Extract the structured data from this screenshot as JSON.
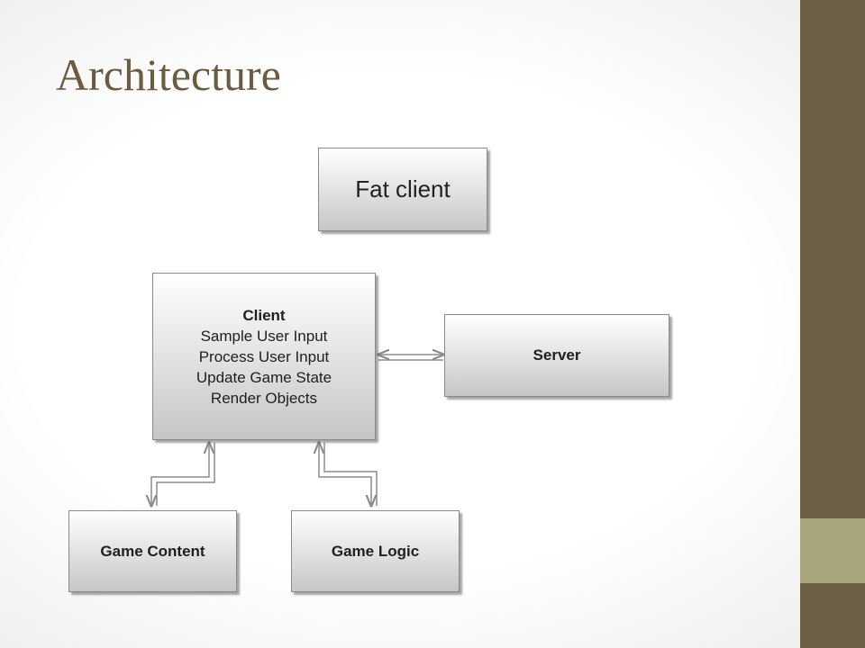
{
  "slide": {
    "title": "Architecture"
  },
  "diagram": {
    "fat_client": "Fat client",
    "client": {
      "title": "Client",
      "lines": [
        "Sample User Input",
        "Process User Input",
        "Update Game State",
        "Render Objects"
      ]
    },
    "server": "Server",
    "game_content": "Game Content",
    "game_logic": "Game Logic"
  },
  "colors": {
    "title": "#6a5c40",
    "sidebar": "#6b5f45",
    "sidebar_band": "#a9a57b",
    "box_border": "#8a8a8a",
    "arrow": "#8c8c8c"
  }
}
